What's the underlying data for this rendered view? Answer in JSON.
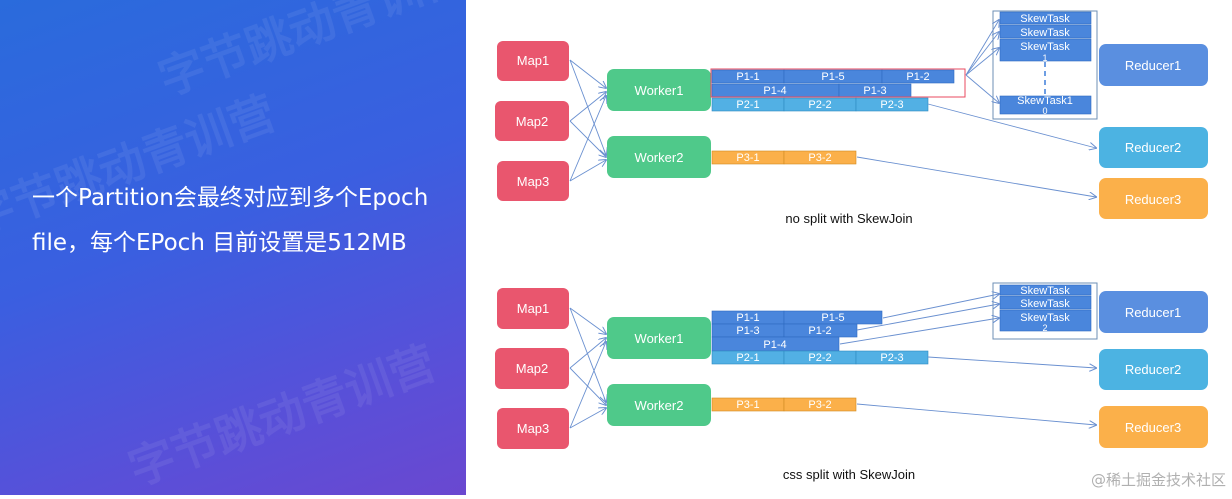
{
  "description": "一个Partition会最终对应到多个Epoch file，每个EPoch 目前设置是512MB",
  "watermark": "字节跳动青训营",
  "footer_credit": "@稀土掘金技术社区",
  "colors": {
    "map": "#e9566e",
    "worker": "#4fc98a",
    "reducer_blue": "#5a8fe0",
    "reducer_cyan": "#4cb3e2",
    "reducer_orange": "#fbb04a",
    "p_dark": "#4a86dc",
    "p_light": "#52b0e4",
    "p_orange": "#fbb04a",
    "highlight_red": "#e84a5f",
    "arrow": "#6a90d0"
  },
  "top": {
    "caption": "no split with SkewJoin",
    "maps": [
      "Map1",
      "Map2",
      "Map3"
    ],
    "workers": [
      "Worker1",
      "Worker2"
    ],
    "reducers": [
      "Reducer1",
      "Reducer2",
      "Reducer3"
    ],
    "skew_tasks": [
      "SkewTask",
      "SkewTask",
      "SkewTask",
      "SkewTask1"
    ],
    "skew_fragments": [
      "1",
      "0"
    ],
    "partitions": [
      "P1-1",
      "P1-5",
      "P1-2",
      "P1-4",
      "P1-3",
      "P2-1",
      "P2-2",
      "P2-3",
      "P3-1",
      "P3-2"
    ]
  },
  "bottom": {
    "caption": "css split with SkewJoin",
    "maps": [
      "Map1",
      "Map2",
      "Map3"
    ],
    "workers": [
      "Worker1",
      "Worker2"
    ],
    "reducers": [
      "Reducer1",
      "Reducer2",
      "Reducer3"
    ],
    "skew_tasks": [
      "SkewTask",
      "SkewTask",
      "SkewTask"
    ],
    "skew_fragments": [
      "2"
    ],
    "partitions": [
      "P1-1",
      "P1-5",
      "P1-3",
      "P1-2",
      "P1-4",
      "P2-1",
      "P2-2",
      "P2-3",
      "P3-1",
      "P3-2"
    ]
  }
}
